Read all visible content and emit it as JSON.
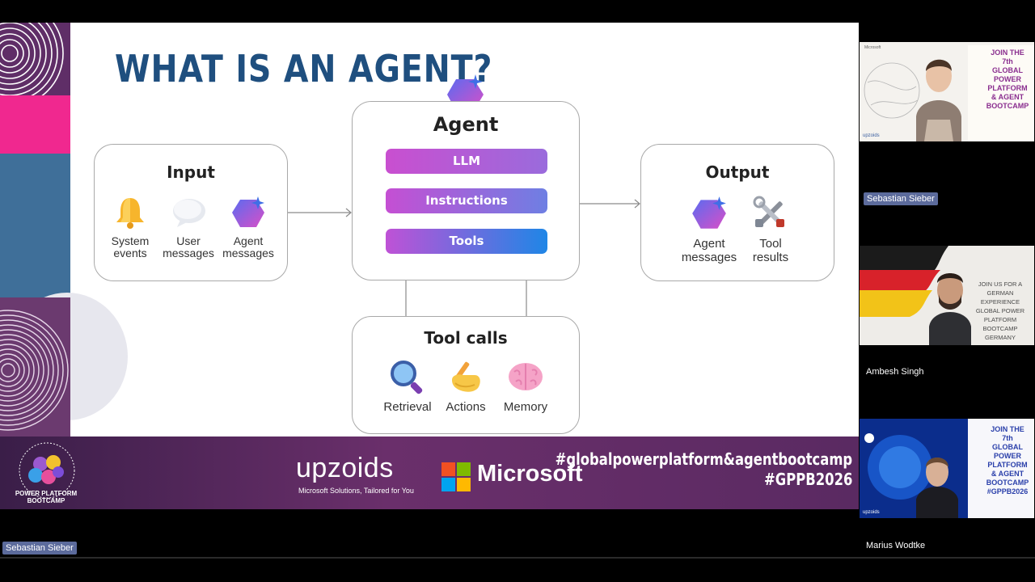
{
  "slide": {
    "title": "WHAT IS AN AGENT?",
    "input": {
      "title": "Input",
      "items": [
        {
          "label": "System\nevents",
          "icon": "bell-icon"
        },
        {
          "label": "User\nmessages",
          "icon": "speech-bubble-icon"
        },
        {
          "label": "Agent\nmessages",
          "icon": "agent-hexagon-icon"
        }
      ]
    },
    "agent": {
      "title": "Agent",
      "components": [
        "LLM",
        "Instructions",
        "Tools"
      ]
    },
    "output": {
      "title": "Output",
      "items": [
        {
          "label": "Agent\nmessages",
          "icon": "agent-hexagon-icon"
        },
        {
          "label": "Tool\nresults",
          "icon": "tools-icon"
        }
      ]
    },
    "tool_calls": {
      "title": "Tool calls",
      "items": [
        {
          "label": "Retrieval",
          "icon": "magnifier-icon"
        },
        {
          "label": "Actions",
          "icon": "hand-pencil-icon"
        },
        {
          "label": "Memory",
          "icon": "brain-icon"
        }
      ]
    }
  },
  "footer": {
    "bootcamp_label": "POWER PLATFORM\nBOOTCAMP",
    "upzoids_name": "upzoids",
    "upzoids_tagline": "Microsoft Solutions, Tailored for You",
    "microsoft_name": "Microsoft",
    "hashtags": [
      "#globalpowerplatform&agentbootcamp",
      "#GPPB2026"
    ]
  },
  "meeting": {
    "presenter_name": "Sebastian Sieber",
    "participants": [
      {
        "name": "Sebastian Sieber",
        "banner": "JOIN THE\n7th\nGLOBAL\nPOWER\nPLATFORM\n& AGENT\nBOOTCAMP",
        "small_logo": "upzoids",
        "brand": "Microsoft"
      },
      {
        "name": "Ambesh Singh",
        "banner": "JOIN US FOR A GERMAN\nEXPERIENCE\nGLOBAL POWER\nPLATFORM\nBOOTCAMP\nGERMANY"
      },
      {
        "name": "Marius Wodtke",
        "banner": "JOIN THE\n7th\nGLOBAL\nPOWER\nPLATFORM\n& AGENT\nBOOTCAMP\n#GPPB2026",
        "small_logo": "upzoids"
      }
    ]
  },
  "colors": {
    "title": "#1f4f7f",
    "footer": "#5a2a62",
    "pink": "#f0288f",
    "tag_bg": "#5c6b9c"
  }
}
